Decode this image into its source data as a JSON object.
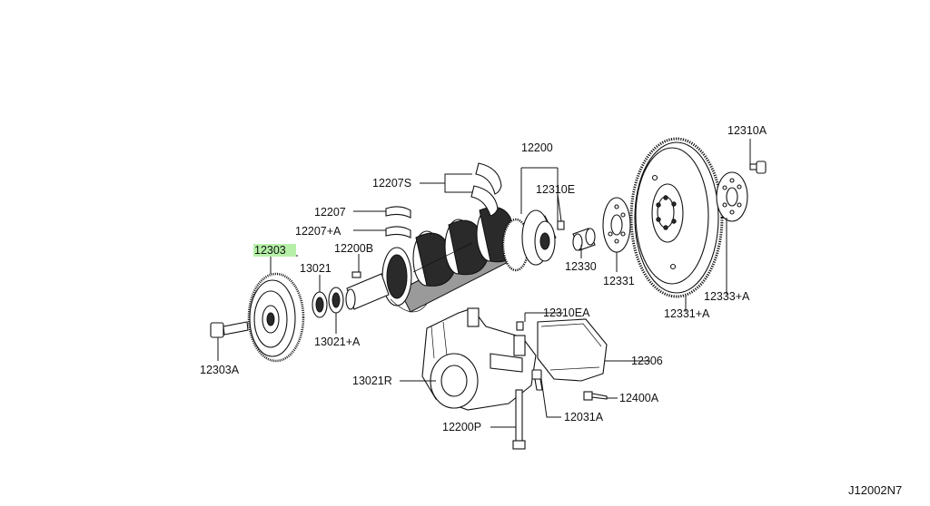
{
  "diagram": {
    "highlight_color": "#b6f0a8",
    "ink_color": "#111111",
    "drawing_code": "J12002N7",
    "labels": [
      {
        "id": "p12310A",
        "text": "12310A"
      },
      {
        "id": "p12200",
        "text": "12200"
      },
      {
        "id": "p12207S",
        "text": "12207S"
      },
      {
        "id": "p12310E",
        "text": "12310E"
      },
      {
        "id": "p12207",
        "text": "12207"
      },
      {
        "id": "p12207A",
        "text": "12207+A"
      },
      {
        "id": "p12303",
        "text": "12303",
        "highlighted": true
      },
      {
        "id": "p12200B",
        "text": "12200B"
      },
      {
        "id": "p13021",
        "text": "13021"
      },
      {
        "id": "p12330",
        "text": "12330"
      },
      {
        "id": "p12331",
        "text": "12331"
      },
      {
        "id": "p12333A",
        "text": "12333+A"
      },
      {
        "id": "p12331A",
        "text": "12331+A"
      },
      {
        "id": "p12310EA",
        "text": "12310EA"
      },
      {
        "id": "p12306",
        "text": "12306"
      },
      {
        "id": "p12400A",
        "text": "12400A"
      },
      {
        "id": "p12303A",
        "text": "12303A"
      },
      {
        "id": "p13021A",
        "text": "13021+A"
      },
      {
        "id": "p13021R",
        "text": "13021R"
      },
      {
        "id": "p12031A",
        "text": "12031A"
      },
      {
        "id": "p12200P",
        "text": "12200P"
      }
    ]
  }
}
